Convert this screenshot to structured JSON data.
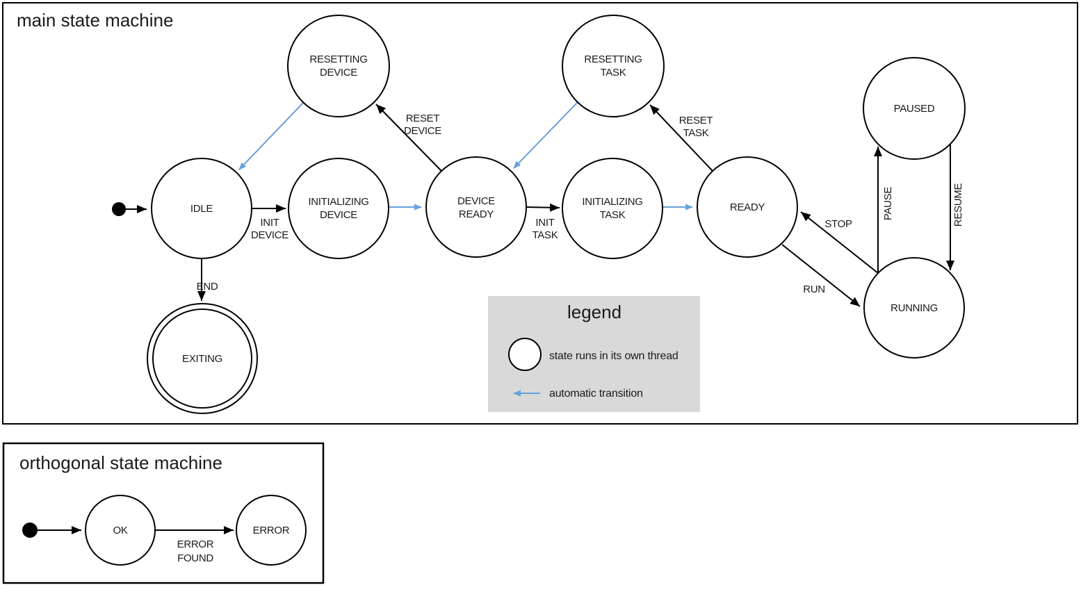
{
  "colors": {
    "threaded_state_fill": "#b4c7e7",
    "automatic_transition": "#67a1db",
    "legend_background": "#d9d9d9",
    "outline": "#000000"
  },
  "main": {
    "title": "main state machine",
    "states": [
      {
        "name": "IDLE",
        "lines": [
          "IDLE"
        ],
        "threaded": false,
        "final": false
      },
      {
        "name": "RESETTING DEVICE",
        "lines": [
          "RESETTING",
          "DEVICE"
        ],
        "threaded": true,
        "final": false
      },
      {
        "name": "INITIALIZING DEVICE",
        "lines": [
          "INITIALIZING",
          "DEVICE"
        ],
        "threaded": true,
        "final": false
      },
      {
        "name": "DEVICE READY",
        "lines": [
          "DEVICE",
          "READY"
        ],
        "threaded": false,
        "final": false
      },
      {
        "name": "RESETTING TASK",
        "lines": [
          "RESETTING",
          "TASK"
        ],
        "threaded": true,
        "final": false
      },
      {
        "name": "INITIALIZING TASK",
        "lines": [
          "INITIALIZING",
          "TASK"
        ],
        "threaded": true,
        "final": false
      },
      {
        "name": "READY",
        "lines": [
          "READY"
        ],
        "threaded": false,
        "final": false
      },
      {
        "name": "PAUSED",
        "lines": [
          "PAUSED"
        ],
        "threaded": true,
        "final": false
      },
      {
        "name": "RUNNING",
        "lines": [
          "RUNNING"
        ],
        "threaded": true,
        "final": false
      },
      {
        "name": "EXITING",
        "lines": [
          "EXITING"
        ],
        "threaded": true,
        "final": true
      }
    ],
    "transitions": [
      {
        "from": "start",
        "to": "IDLE",
        "label_lines": [],
        "automatic": false
      },
      {
        "from": "IDLE",
        "to": "INITIALIZING DEVICE",
        "label_lines": [
          "INIT",
          "DEVICE"
        ],
        "automatic": false
      },
      {
        "from": "INITIALIZING DEVICE",
        "to": "DEVICE READY",
        "label_lines": [],
        "automatic": true
      },
      {
        "from": "DEVICE READY",
        "to": "RESETTING DEVICE",
        "label_lines": [
          "RESET",
          "DEVICE"
        ],
        "automatic": false
      },
      {
        "from": "RESETTING DEVICE",
        "to": "IDLE",
        "label_lines": [],
        "automatic": true
      },
      {
        "from": "DEVICE READY",
        "to": "INITIALIZING TASK",
        "label_lines": [
          "INIT",
          "TASK"
        ],
        "automatic": false
      },
      {
        "from": "INITIALIZING TASK",
        "to": "READY",
        "label_lines": [],
        "automatic": true
      },
      {
        "from": "READY",
        "to": "RESETTING TASK",
        "label_lines": [
          "RESET",
          "TASK"
        ],
        "automatic": false
      },
      {
        "from": "RESETTING TASK",
        "to": "DEVICE READY",
        "label_lines": [],
        "automatic": true
      },
      {
        "from": "READY",
        "to": "RUNNING",
        "label_lines": [
          "RUN"
        ],
        "automatic": false
      },
      {
        "from": "RUNNING",
        "to": "READY",
        "label_lines": [
          "STOP"
        ],
        "automatic": false
      },
      {
        "from": "RUNNING",
        "to": "PAUSED",
        "label_lines": [
          "PAUSE"
        ],
        "automatic": false
      },
      {
        "from": "PAUSED",
        "to": "RUNNING",
        "label_lines": [
          "RESUME"
        ],
        "automatic": false
      },
      {
        "from": "IDLE",
        "to": "EXITING",
        "label_lines": [
          "END"
        ],
        "automatic": false
      }
    ]
  },
  "legend": {
    "title": "legend",
    "items": [
      {
        "symbol": "threaded-state-circle",
        "label": "state runs in its own thread"
      },
      {
        "symbol": "automatic-transition-arrow",
        "label": "automatic transition"
      }
    ]
  },
  "orthogonal": {
    "title": "orthogonal state machine",
    "states": [
      {
        "name": "OK",
        "lines": [
          "OK"
        ],
        "threaded": false,
        "final": false
      },
      {
        "name": "ERROR",
        "lines": [
          "ERROR"
        ],
        "threaded": false,
        "final": false
      }
    ],
    "transitions": [
      {
        "from": "start",
        "to": "OK",
        "label_lines": [],
        "automatic": false
      },
      {
        "from": "OK",
        "to": "ERROR",
        "label_lines": [
          "ERROR",
          "FOUND"
        ],
        "automatic": false
      }
    ]
  }
}
